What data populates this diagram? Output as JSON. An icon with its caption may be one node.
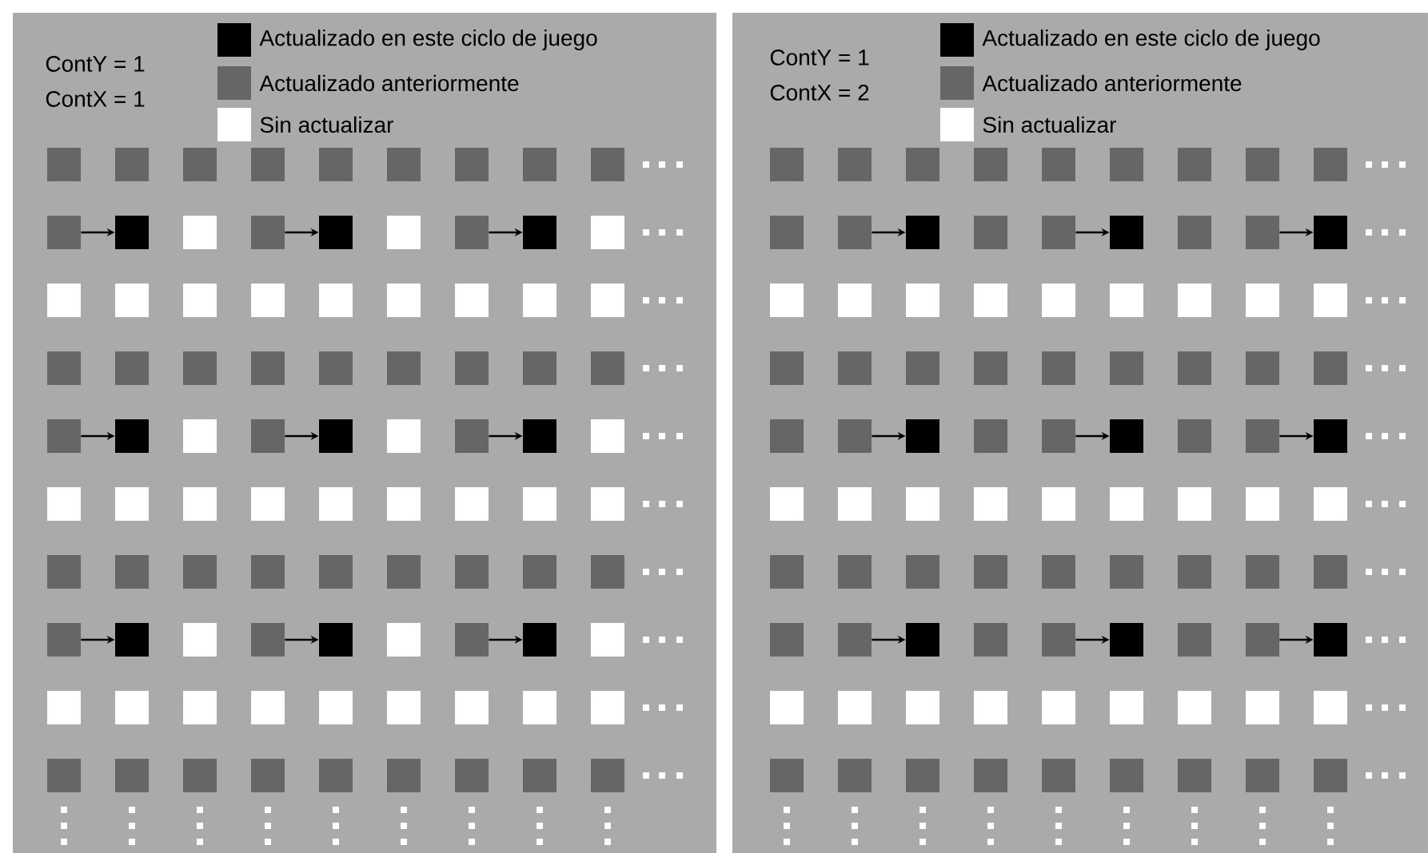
{
  "diagram": {
    "nodes": [
      {
        "text": [
          "ContY = 1",
          "ContX = 1"
        ]
      },
      {
        "text": [],
        "shape": "box",
        "in": 0
      },
      {
        "text": [],
        "shape": "box",
        "in": 0
      },
      {
        "text": [],
        "shape": "box",
        "in": 0
      },
      {
        "text": [],
        "shape": "box",
        "in": 0
      },
      {
        "text": [],
        "shape": "box",
        "in": 0
      },
      {
        "text": [],
        "shape": "box",
        "in": 0
      },
      {
        "text": [],
        "shape": "box",
        "in": 0
      },
      {
        "text": [],
        "shape": "box",
        "in": 0
      },
      {
        "text": [],
        "shape": "box",
        "in": 0
      },
      {
        "text": [],
        "shape": "box",
        "in": 0
      },
      {
        "text": [],
        "shape": "box",
        "in": 0
      },
      {
        "text": [],
        "shape": "box",
        "in": 0
      },
      {
        "text": [],
        "shape": "box",
        "in": 0
      },
      {
        "text": [],
        "shape": "box",
        "in": 0
      },
      {
        "text": [],
        "shape": "box",
        "in": 0
      },
      {
        "text": [],
        "shape": "box",
        "in": 0
      },
      {
        "text": [],
        "shape": "box",
        "in": 0
      },
      {
        "text": [],
        "shape": "box",
        "in": 0
      },
      {
        "text": [],
        "shape": "box",
        "in": 0
      },
      {
        "text": [],
        "shape": "box",
        "in": 0
      },
      {
        "text": [],
        "shape": "box",
        "in": 0
      },
      {
        "text": [],
        "shape": "box",
        "in": 0
      },
      {
        "text": [],
        "shape": "box",
        "in": 0
      },
      {
        "text": [],
        "shape": "box",
        "in": 0
      },
      {
        "text": [],
        "shape": "box",
        "in": 0
      },
      {
        "text": [],
        "shape": "box",
        "in": 0
      },
      {
        "text": [],
        "shape": "box",
        "in": 0
      },
      {
        "text": [],
        "shape": "box",
        "in": 0
      },
      {
        "text": [],
        "shape": "box",
        "in": 0
      },
      {
        "text": [],
        "shape": "box",
        "in": 0
      },
      {
        "text": [],
        "shape": "box",
        "in": 0
      },
      {
        "text": [],
        "shape": "box",
        "in": 0
      },
      {
        "text": [],
        "shape": "box",
        "in": 0
      },
      {
        "text": [],
        "shape": "box",
        "in": 0
      },
      {
        "text": [],
        "shape": "box",
        "in": 0
      },
      {
        "text": [],
        "shape": "box",
        "in": 0
      },
      {
        "text": [],
        "shape": "box",
        "in": 0
      },
      {
        "text": [],
        "shape": "box",
        "in": 0
      },
      {
        "text": [],
        "shape": "box",
        "in": 0
      },
      {
        "text": [],
        "shape": "box",
        "in": 0
      },
      {
        "text": [],
        "shape": "box",
        "in": 0
      },
      {
        "text": [],
        "shape": "box",
        "in": 0
      },
      {
        "text": [],
        "shape": "box",
        "in": 0
      },
      {
        "text": [],
        "shape": "box",
        "in": 0
      },
      {
        "text": [],
        "shape": "box",
        "in": 0
      },
      {
        "text": [],
        "shape": "box",
        "in": 0
      },
      {
        "text": [],
        "shape": "box",
        "in": 0
      },
      {
        "text": [],
        "shape": "box",
        "in": 0
      },
      {
        "text": [],
        "shape": "box",
        "in": 0
      },
      {
        "text": [],
        "shape": "box",
        "in": 0
      },
      {
        "text": [],
        "shape": "box",
        "in": 0
      },
      {
        "text": [],
        "shape": "box",
        "in": 0
      },
      {
        "text": [],
        "shape": "box",
        "in": 0
      },
      {
        "text": [],
        "shape": "box",
        "in": 0
      },
      {
        "text": [],
        "shape": "box",
        "in": 0
      },
      {
        "text": [],
        "shape": "box",
        "in": 0
      },
      {
        "text": [],
        "shape": "box",
        "in": 0
      },
      {
        "text": [],
        "shape": "box",
        "in": 0
      },
      {
        "text": [],
        "shape": "box",
        "in": 0
      },
      {
        "text": [],
        "shape": "box",
        "in": 0
      },
      {
        "text": [],
        "shape": "box",
        "in": 0
      },
      {
        "text": [],
        "shape": "box",
        "in": 0
      },
      {
        "text": [],
        "shape": "box",
        "in": 0
      },
      {
        "text": [],
        "shape": "box",
        "in": 0
      },
      {
        "text": [],
        "shape": "box",
        "in": 0
      },
      {
        "text": [],
        "shape": "box",
        "in": 0
      },
      {
        "text": [],
        "shape": "box",
        "in": 0
      },
      {
        "text": [],
        "shape": "box",
        "in": 0
      },
      {
        "text": [],
        "shape": "box",
        "in": 0
      },
      {
        "text": [],
        "shape": "box",
        "in": 0
      },
      {
        "text": [],
        "shape": "box",
        "in": 0
      },
      {
        "text": [],
        "shape": "box",
        "in": 0
      },
      {
        "text": [],
        "shape": "box",
        "in": 0
      },
      {
        "text": [],
        "shape": "box",
        "in": 0
      },
      {
        "text": [],
        "shape": "box",
        "in": 0
      },
      {
        "text": [],
        "shape": "box",
        "in": 0
      },
      {
        "text": [],
        "shape": "box",
        "in": 0
      },
      {
        "text": [],
        "shape": "box",
        "in": 0
      },
      {
        "text": [],
        "shape": "box",
        "in": 0
      },
      {
        "text": [],
        "shape": "box",
        "in": 0
      },
      {
        "text": [],
        "shape": "box",
        "in": 0
      },
      {
        "text": [],
        "shape": "box",
        "in": 0
      },
      {
        "text": [],
        "shape": "box",
        "in": 0
      },
      {
        "text": [],
        "shape": "box",
        "in": 0
      },
      {
        "text": [],
        "shape": "box",
        "in": 0
      },
      {
        "text": [],
        "shape": "box",
        "in": 0
      },
      {
        "text": [],
        "shape": "box",
        "in": 0
      },
      {
        "text": [],
        "shape": "box",
        "in": 0
      },
      {
        "text": [],
        "shape": "box",
        "in": 0
      },
      {
        "text": [],
        "shape": "box",
        "in": 0
      },
      {
        "text": [
          "ContY = 1",
          "ContX = 2"
        ]
      },
      {
        "text": [],
        "shape": "box",
        "in": 91
      },
      {
        "text": [],
        "shape": "box",
        "in": 91
      },
      {
        "text": [],
        "shape": "box",
        "in": 91
      },
      {
        "text": [],
        "shape": "box",
        "in": 91
      },
      {
        "text": [],
        "shape": "box",
        "in": 91
      },
      {
        "text": [],
        "shape": "box",
        "in": 91
      },
      {
        "text": [],
        "shape": "box",
        "in": 91
      },
      {
        "text": [],
        "shape": "box",
        "in": 91
      },
      {
        "text": [],
        "shape": "box",
        "in": 91
      },
      {
        "text": [],
        "shape": "box",
        "in": 91
      },
      {
        "text": [],
        "shape": "box",
        "in": 91
      },
      {
        "text": [],
        "shape": "box",
        "in": 91
      },
      {
        "text": [],
        "shape": "box",
        "in": 91
      },
      {
        "text": [],
        "shape": "box",
        "in": 91
      },
      {
        "text": [],
        "shape": "box",
        "in": 91
      },
      {
        "text": [],
        "shape": "box",
        "in": 91
      },
      {
        "text": [],
        "shape": "box",
        "in": 91
      },
      {
        "text": [],
        "shape": "box",
        "in": 91
      },
      {
        "text": [],
        "shape": "box",
        "in": 91
      },
      {
        "text": [],
        "shape": "box",
        "in": 91
      },
      {
        "text": [],
        "shape": "box",
        "in": 91
      },
      {
        "text": [],
        "shape": "box",
        "in": 91
      },
      {
        "text": [],
        "shape": "box",
        "in": 91
      },
      {
        "text": [],
        "shape": "box",
        "in": 91
      },
      {
        "text": [],
        "shape": "box",
        "in": 91
      },
      {
        "text": [],
        "shape": "box",
        "in": 91
      },
      {
        "text": [],
        "shape": "box",
        "in": 91
      },
      {
        "text": [],
        "shape": "box",
        "in": 91
      },
      {
        "text": [],
        "shape": "box",
        "in": 91
      },
      {
        "text": [],
        "shape": "box",
        "in": 91
      },
      {
        "text": [],
        "shape": "box",
        "in": 91
      },
      {
        "text": [],
        "shape": "box",
        "in": 91
      },
      {
        "text": [],
        "shape": "box",
        "in": 91
      },
      {
        "text": [],
        "shape": "box",
        "in": 91
      },
      {
        "text": [],
        "shape": "box",
        "in": 91
      },
      {
        "text": [],
        "shape": "box",
        "in": 91
      },
      {
        "text": [],
        "shape": "box",
        "in": 91
      },
      {
        "text": [],
        "shape": "box",
        "in": 91
      },
      {
        "text": [],
        "shape": "box",
        "in": 91
      },
      {
        "text": [],
        "shape": "box",
        "in": 91
      },
      {
        "text": [],
        "shape": "box",
        "in": 91
      },
      {
        "text": [],
        "shape": "box",
        "in": 91
      },
      {
        "text": [],
        "shape": "box",
        "in": 91
      },
      {
        "text": [],
        "shape": "box",
        "in": 91
      },
      {
        "text": [],
        "shape": "box",
        "in": 91
      },
      {
        "text": [],
        "shape": "box",
        "in": 91
      },
      {
        "text": [],
        "shape": "box",
        "in": 91
      },
      {
        "text": [],
        "shape": "box",
        "in": 91
      },
      {
        "text": [],
        "shape": "box",
        "in": 91
      },
      {
        "text": [],
        "shape": "box",
        "in": 91
      },
      {
        "text": [],
        "shape": "box",
        "in": 91
      },
      {
        "text": [],
        "shape": "box",
        "in": 91
      },
      {
        "text": [],
        "shape": "box",
        "in": 91
      },
      {
        "text": [],
        "shape": "box",
        "in": 91
      },
      {
        "text": [],
        "shape": "box",
        "in": 91
      },
      {
        "text": [],
        "shape": "box",
        "in": 91
      },
      {
        "text": [],
        "shape": "box",
        "in": 91
      },
      {
        "text": [],
        "shape": "box",
        "in": 91
      },
      {
        "text": [],
        "shape": "box",
        "in": 91
      },
      {
        "text": [],
        "shape": "box",
        "in": 91
      },
      {
        "text": [],
        "shape": "box",
        "in": 91
      },
      {
        "text": [],
        "shape": "box",
        "in": 91
      },
      {
        "text": [],
        "shape": "box",
        "in": 91
      },
      {
        "text": [],
        "shape": "box",
        "in": 91
      },
      {
        "text": [],
        "shape": "box",
        "in": 91
      },
      {
        "text": [],
        "shape": "box",
        "in": 91
      },
      {
        "text": [],
        "shape": "box",
        "in": 91
      },
      {
        "text": [],
        "shape": "box",
        "in": 91
      },
      {
        "text": [],
        "shape": "box",
        "in": 91
      },
      {
        "text": [],
        "shape": "box",
        "in": 91
      },
      {
        "text": [],
        "shape": "box",
        "in": 91
      },
      {
        "text": [],
        "shape": "box",
        "in": 91
      },
      {
        "text": [],
        "shape": "box",
        "in": 91
      },
      {
        "text": [],
        "shape": "box",
        "in": 91
      },
      {
        "text": [],
        "shape": "box",
        "in": 91
      },
      {
        "text": [],
        "shape": "box",
        "in": 91
      },
      {
        "text": [],
        "shape": "box",
        "in": 91
      },
      {
        "text": [],
        "shape": "box",
        "in": 91
      },
      {
        "text": [],
        "shape": "box",
        "in": 91
      },
      {
        "text": [],
        "shape": "box",
        "in": 91
      },
      {
        "text": [],
        "shape": "box",
        "in": 91
      },
      {
        "text": [],
        "shape": "box",
        "in": 91
      },
      {
        "text": [],
        "shape": "box",
        "in": 91
      },
      {
        "text": [],
        "shape": "box",
        "in": 91
      },
      {
        "text": [],
        "shape": "box",
        "in": 91
      },
      {
        "text": [],
        "shape": "box",
        "in": 91
      },
      {
        "text": [],
        "shape": "box",
        "in": 91
      },
      {
        "text": [],
        "shape": "box",
        "in": 91
      },
      {
        "text": [],
        "shape": "box",
        "in": 91
      },
      {
        "text": [],
        "shape": "box",
        "in": 91
      }
    ],
    "edges": [
      {
        "from": 10,
        "to": 11,
        "arrow": "to"
      },
      {
        "from": 13,
        "to": 14,
        "arrow": "to"
      },
      {
        "from": 16,
        "to": 17,
        "arrow": "to"
      },
      {
        "from": 37,
        "to": 38,
        "arrow": "to"
      },
      {
        "from": 40,
        "to": 41,
        "arrow": "to"
      },
      {
        "from": 43,
        "to": 44,
        "arrow": "to"
      },
      {
        "from": 64,
        "to": 65,
        "arrow": "to"
      },
      {
        "from": 67,
        "to": 68,
        "arrow": "to"
      },
      {
        "from": 70,
        "to": 71,
        "arrow": "to"
      },
      {
        "from": 102,
        "to": 103,
        "arrow": "to"
      },
      {
        "from": 105,
        "to": 106,
        "arrow": "to"
      },
      {
        "from": 108,
        "to": 109,
        "arrow": "to"
      },
      {
        "from": 129,
        "to": 130,
        "arrow": "to"
      },
      {
        "from": 132,
        "to": 133,
        "arrow": "to"
      },
      {
        "from": 135,
        "to": 136,
        "arrow": "to"
      },
      {
        "from": 156,
        "to": 157,
        "arrow": "to"
      },
      {
        "from": 159,
        "to": 160,
        "arrow": "to"
      },
      {
        "from": 162,
        "to": 163,
        "arrow": "to"
      }
    ],
    "legend": [
      {
        "text": "Actualizado en este ciclo de juego",
        "color": "#000000"
      },
      {
        "text": "Actualizado anteriormente",
        "color": "#666666"
      },
      {
        "text": "Sin actualizar",
        "color": "#ffffff"
      },
      {
        "text": "Actualizado en este ciclo de juego",
        "color": "#000000"
      },
      {
        "text": "Actualizado anteriormente",
        "color": "#666666"
      },
      {
        "text": "Sin actualizar",
        "color": "#ffffff"
      }
    ]
  }
}
